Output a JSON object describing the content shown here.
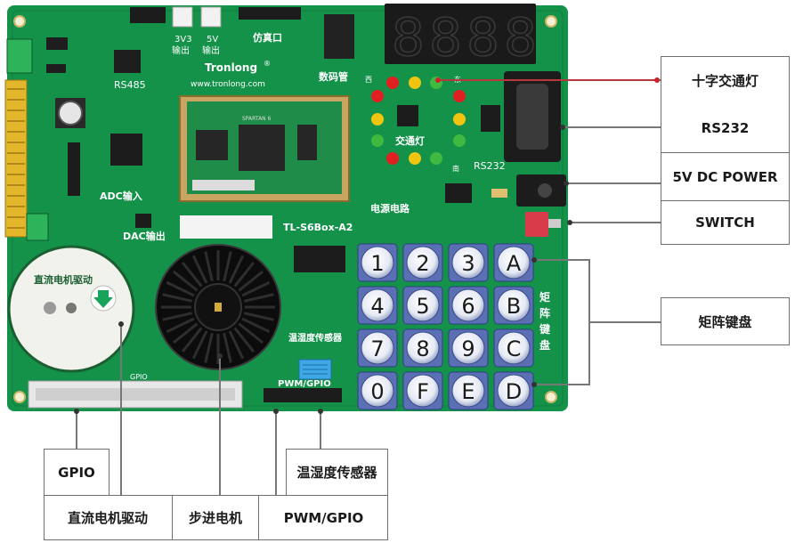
{
  "board": {
    "brand": "Tronlong",
    "brand_mark": "®",
    "url": "www.tronlong.com",
    "model": "TL-S6Box-A2",
    "silk": {
      "rs485": "RS485",
      "out_3v3": "3V3",
      "out_5v": "5V",
      "out_label": "输出",
      "emulator": "仿真口",
      "segment_display": "数码管",
      "traffic_light": "交通灯",
      "rs232": "RS232",
      "power_circuit": "电源电路",
      "adc_in": "ADC输入",
      "dac_out": "DAC输出",
      "dc_motor": "直流电机驱动",
      "temp_humid": "温湿度传感器",
      "pwm_gpio": "PWM/GPIO",
      "gpio": "GPIO",
      "matrix_keypad_vertical": [
        "矩",
        "阵",
        "键",
        "盘"
      ],
      "east": "东",
      "south": "南",
      "west": "西",
      "spartan": "SPARTAN 6"
    },
    "segment_digits": [
      "8",
      "8",
      "8",
      "8"
    ],
    "keys": [
      [
        "1",
        "2",
        "3",
        "A"
      ],
      [
        "4",
        "5",
        "6",
        "B"
      ],
      [
        "7",
        "8",
        "9",
        "C"
      ],
      [
        "0",
        "F",
        "E",
        "D"
      ]
    ]
  },
  "colors": {
    "pcb": "#14924a",
    "pcb_dark": "#0d6e36",
    "line": "#777777",
    "pointer": "#d0202a"
  },
  "callouts": {
    "traffic_light": "十字交通灯",
    "rs232": "RS232",
    "power": "5V DC POWER",
    "switch": "SWITCH",
    "keypad": "矩阵键盘",
    "gpio": "GPIO",
    "dc_motor": "直流电机驱动",
    "stepper_motor": "步进电机",
    "pwm_gpio": "PWM/GPIO",
    "temp_humid": "温湿度传感器"
  }
}
